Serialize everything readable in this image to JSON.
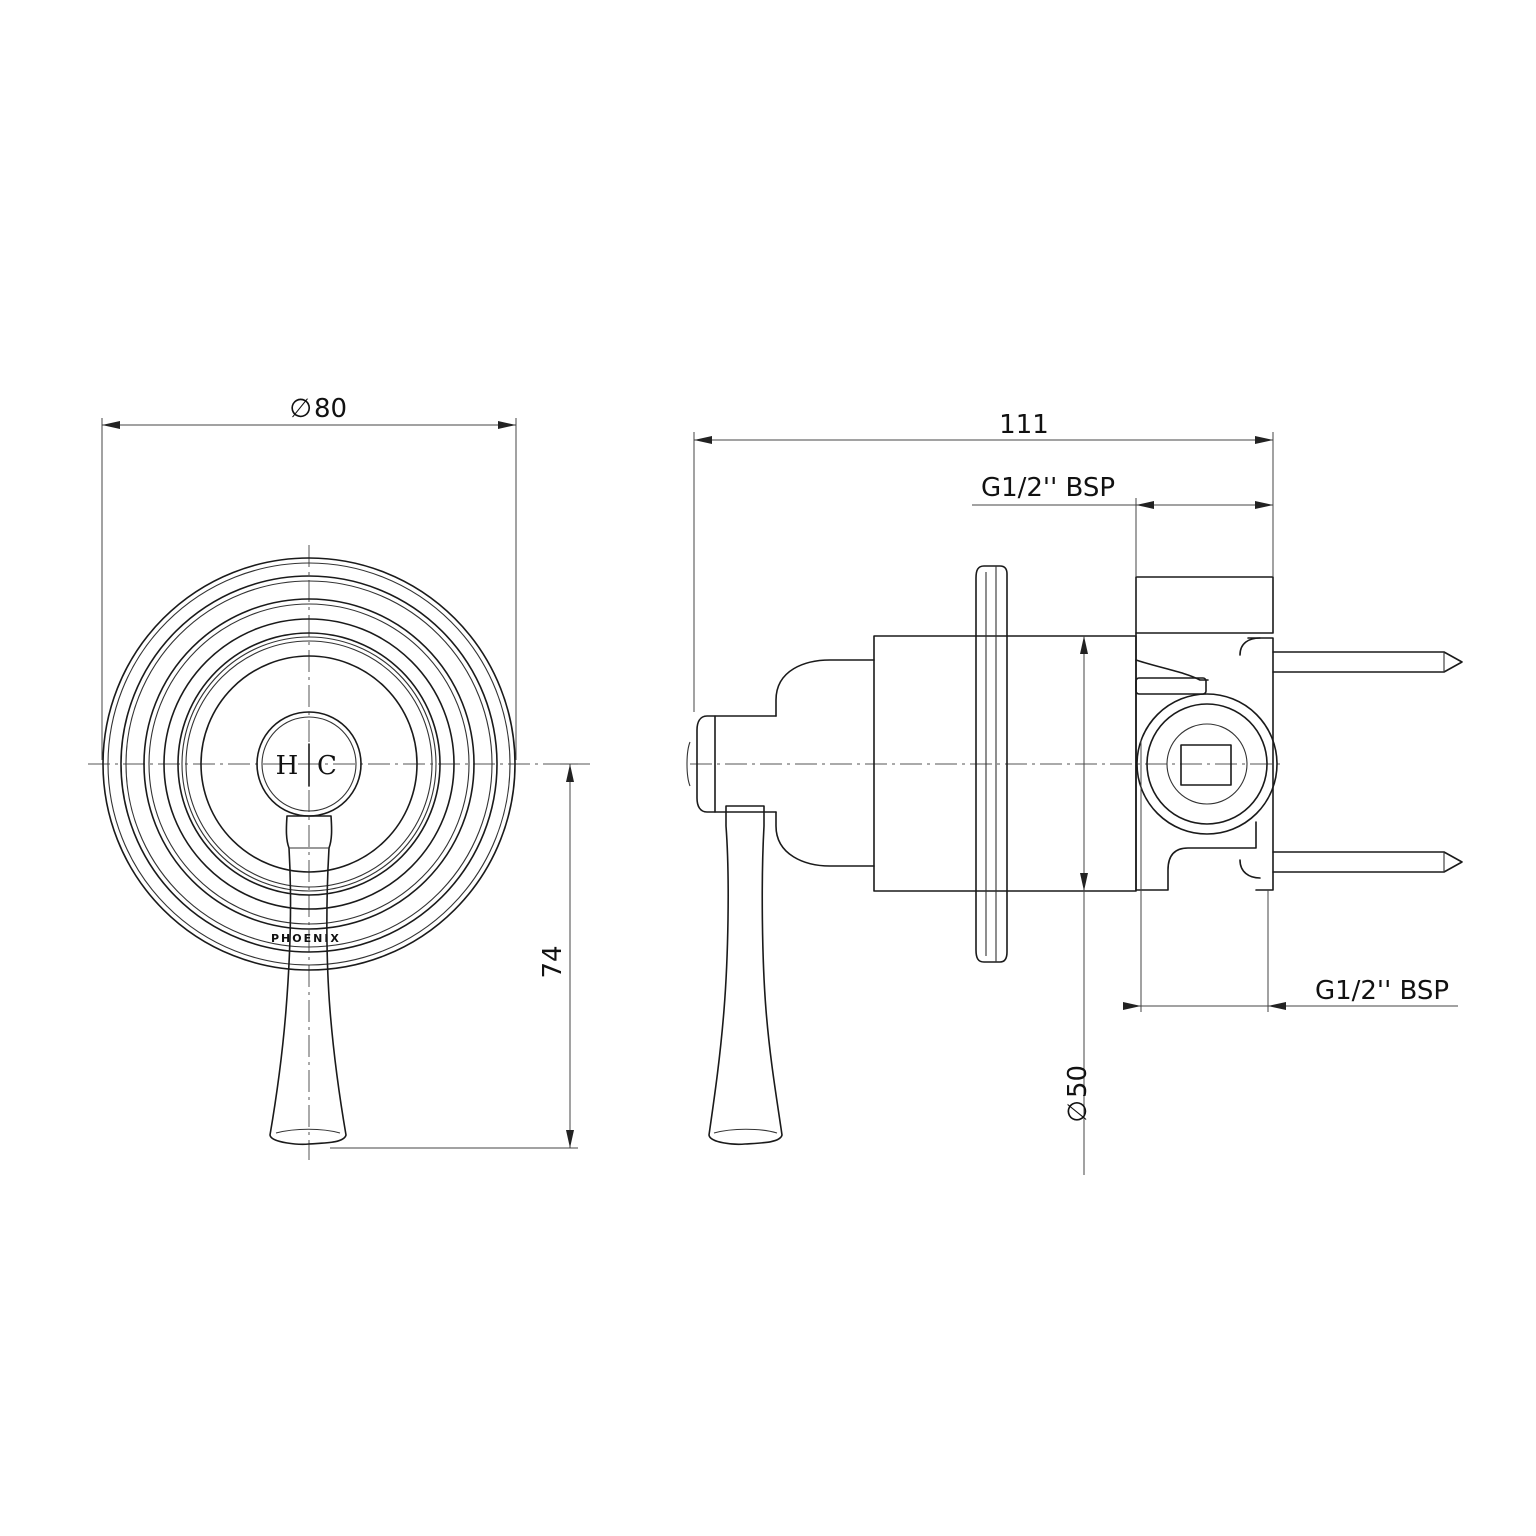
{
  "dimensions": {
    "front_diameter": "80",
    "diameter_symbol": "∅",
    "depth": "111",
    "inlet_top": "G1/2'' BSP",
    "inlet_bottom": "G1/2'' BSP",
    "height": "74",
    "body_diameter": "50"
  },
  "handle_marks": {
    "hot": "H",
    "cold": "C"
  },
  "brand_text": "PHOENIX",
  "colors": {
    "line": "#1a1a1a",
    "background": "#ffffff"
  }
}
